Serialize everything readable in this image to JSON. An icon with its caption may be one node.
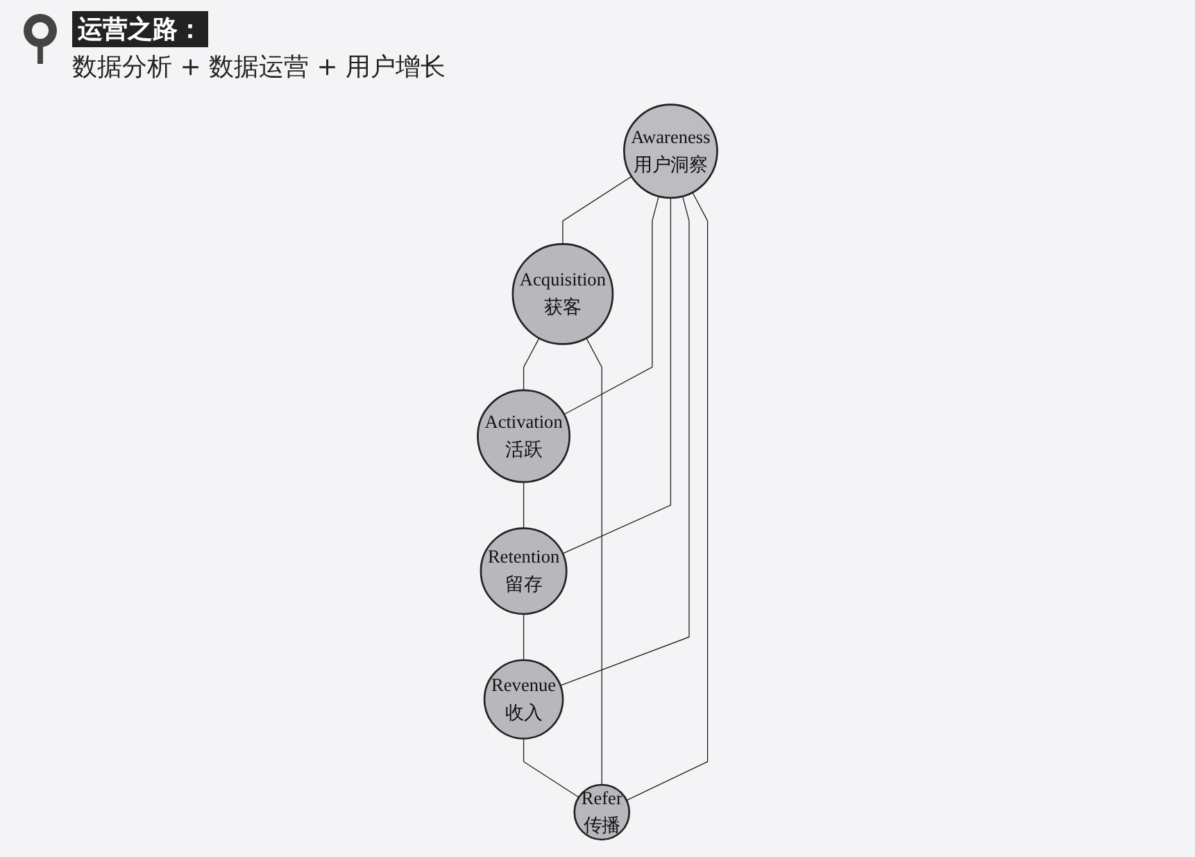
{
  "diagram": {
    "title": "运营之路：",
    "nodes": [
      {
        "text": [
          "Acquisition",
          "获客"
        ]
      },
      {
        "text": [
          "Refer",
          "传播"
        ]
      },
      {
        "text": [
          "Awareness",
          "用户洞察"
        ]
      },
      {
        "text": [
          "Activation",
          "活跃"
        ]
      },
      {
        "text": [
          "Revenue",
          "收入"
        ]
      },
      {
        "text": [
          "Retention",
          "留存"
        ]
      }
    ],
    "edges": [
      {
        "from": 0,
        "to": 3,
        "arrow": "none"
      },
      {
        "from": 3,
        "to": 5,
        "arrow": "none"
      },
      {
        "from": 5,
        "to": 4,
        "arrow": "none"
      },
      {
        "from": 4,
        "to": 1,
        "arrow": "none"
      },
      {
        "from": 1,
        "to": 0,
        "arrow": "none"
      },
      {
        "from": 2,
        "to": 0,
        "arrow": "none"
      },
      {
        "from": 2,
        "to": 3,
        "arrow": "none"
      },
      {
        "from": 2,
        "to": 5,
        "arrow": "none"
      },
      {
        "from": 2,
        "to": 4,
        "arrow": "none"
      },
      {
        "from": 2,
        "to": 1,
        "arrow": "none"
      }
    ],
    "labels": [
      "数据分析 + 数据运营 + 用户增长"
    ]
  }
}
